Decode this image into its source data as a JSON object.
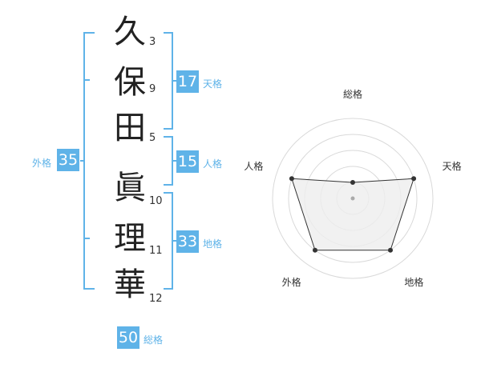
{
  "name": {
    "characters": [
      {
        "char": "久",
        "strokes": "3"
      },
      {
        "char": "保",
        "strokes": "9"
      },
      {
        "char": "田",
        "strokes": "5"
      },
      {
        "char": "眞",
        "strokes": "10"
      },
      {
        "char": "理",
        "strokes": "11"
      },
      {
        "char": "華",
        "strokes": "12"
      }
    ]
  },
  "fortune": {
    "tenkaku": {
      "value": "17",
      "label": "天格"
    },
    "jinkaku": {
      "value": "15",
      "label": "人格"
    },
    "chikaku": {
      "value": "33",
      "label": "地格"
    },
    "gaikaku": {
      "value": "35",
      "label": "外格"
    },
    "soukaku": {
      "value": "50",
      "label": "総格"
    }
  },
  "radar": {
    "axes": [
      "総格",
      "天格",
      "地格",
      "外格",
      "人格"
    ],
    "levels": 5,
    "values": [
      1,
      4,
      4,
      4,
      4
    ],
    "max": 5
  },
  "colors": {
    "accent": "#5fb3e8",
    "text": "#222222",
    "grid": "#d9d9d9",
    "fill": "#eeeeee"
  }
}
